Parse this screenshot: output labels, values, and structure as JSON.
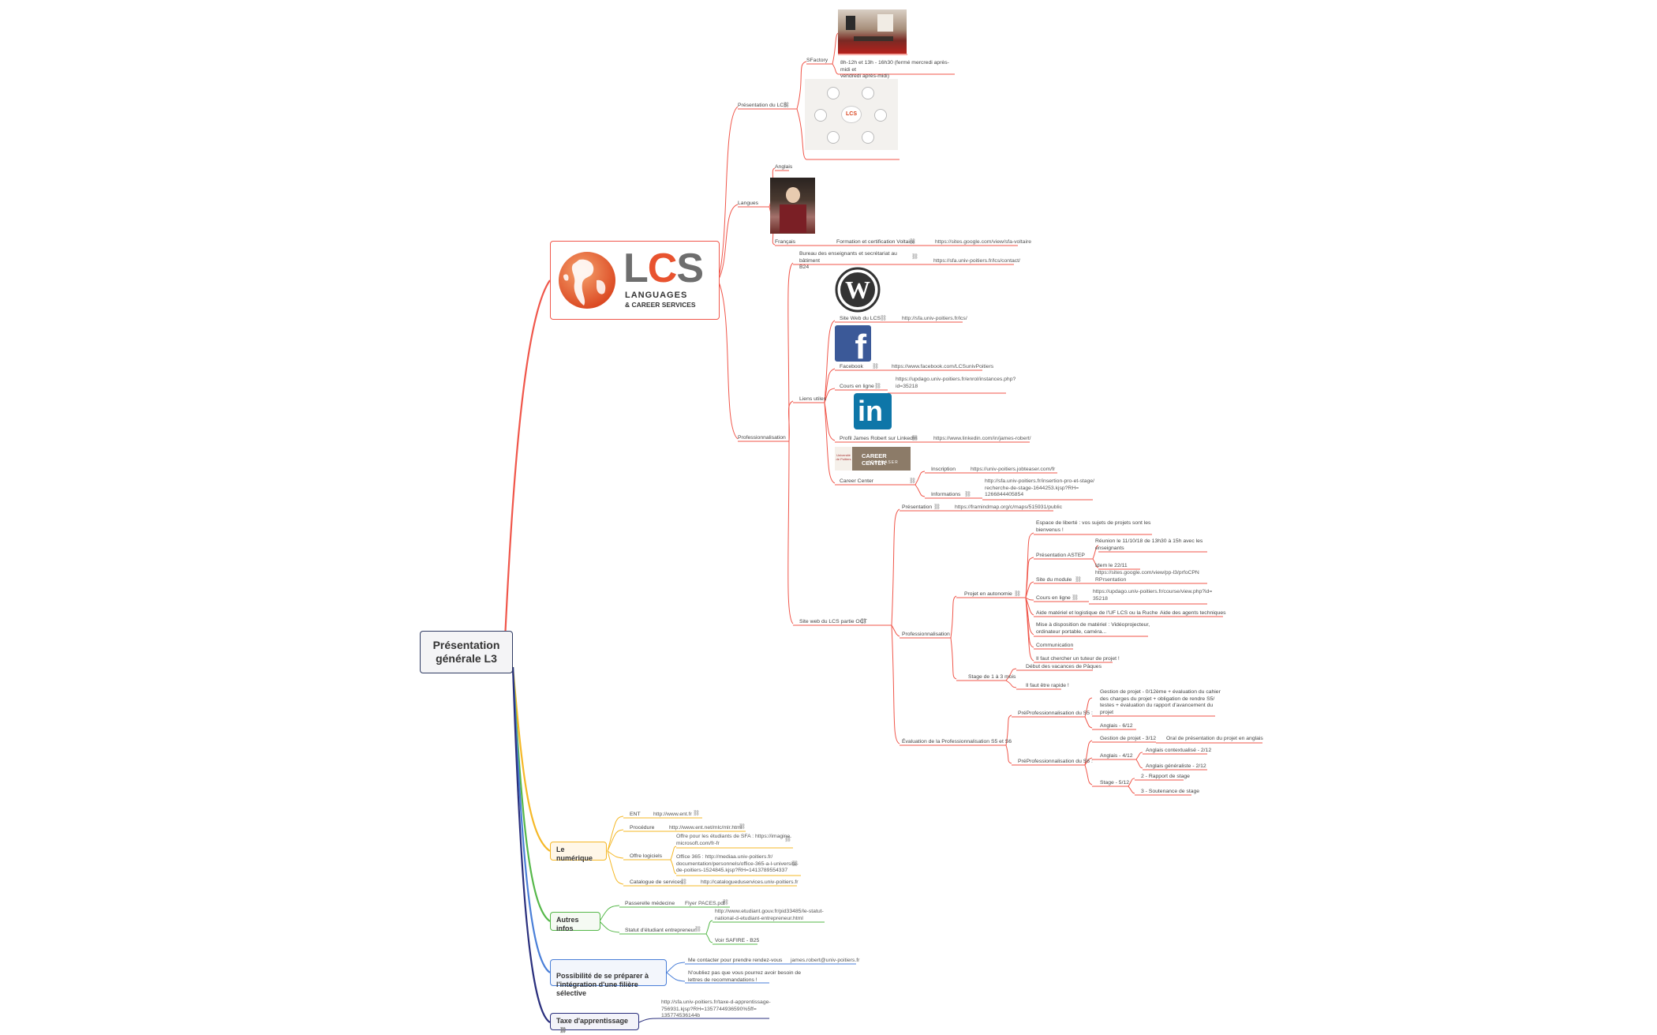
{
  "root": {
    "title": "Présentation\ngénérale L3"
  },
  "colors": {
    "red": "#f0564a",
    "navy": "#2a2f7d",
    "yellow": "#f5b827",
    "green": "#56b84a",
    "blue": "#4a7fd8",
    "lcs_orange": "#e8532f",
    "lcs_grey": "#6e6e6e"
  },
  "lcs_logo": {
    "letters_l": "L",
    "letters_c": "C",
    "letters_s": "S",
    "line1": "LANGUAGES",
    "line2": "& CAREER SERVICES"
  },
  "presentation": {
    "label": "Présentation du LCS",
    "sfactory": "SFactory",
    "hours": "8h-12h et 13h - 16h30 (fermé mercredi après-midi et\nvendredi après-midi)",
    "diagram_center": "LCS"
  },
  "langues": {
    "label": "Langues",
    "anglais": "Anglais",
    "francais": "Français",
    "formation": "Formation et certification Voltaire",
    "voltaire_url": "https://sites.google.com/view/sfa-voltaire"
  },
  "pro": {
    "label": "Professionnalisation",
    "bureau": "Bureau des enseignants et secrétariat au bâtiment\nB24",
    "contact_url": "https://sfa.univ-poitiers.fr/lcs/contact/",
    "liens": "Liens utiles",
    "site_web": "Site Web du LCS",
    "site_url": "http://sfa.univ-poitiers.fr/lcs/",
    "facebook": "Facebook",
    "facebook_url": "https://www.facebook.com/LCSunivPoitiers",
    "cours": "Cours en ligne",
    "cours_url": "https://updago.univ-poitiers.fr/enrol/instances.php?\nid=35218",
    "linkedin": "Profil James Robert sur LinkedIn",
    "linkedin_url": "https://www.linkedin.com/in/james-robert/",
    "career": "Career Center",
    "inscription": "Inscription",
    "inscription_url": "https://univ-poitiers.jobteaser.com/fr",
    "informations": "Informations",
    "informations_url": "http://sfa.univ-poitiers.fr/insertion-pro-et-stage/\nrecherche-de-stage-1644253.kjsp?RH=\n1266844405854",
    "career_logo_l1": "CAREER CENTER",
    "career_logo_l2": "JOBTEASER",
    "career_logo_small": "Université\nde Poitiers",
    "site_oct": "Site web du LCS partie OCT",
    "presentation2": "Présentation",
    "presentation2_url": "https://framindmap.org/c/maps/515931/public",
    "profess2": "Professionnalisation",
    "projet": "Projet en autonomie",
    "espace": "Espace de liberté : vos sujets de projets sont les\nbienvenus !",
    "astep": "Présentation ASTEP",
    "reunion": "Réunion le 11/10/18 de 13h30 à 15h avec les\nenseignants",
    "idem": "Idem le 22/11",
    "site_module": "Site du module",
    "site_module_url": "https://sites.google.com/view/pp-l3/prfoCPN\nRPrsentation",
    "cours2": "Cours en ligne",
    "cours2_url": "https://updago.univ-poitiers.fr/course/view.php?id=\n35218",
    "aide": "Aide matériel et logistique de l'UF LCS ou la Ruche",
    "aide_agents": "Aide des agents techniques",
    "mise": "Mise à disposition de matériel : Vidéoprojecteur,\nordinateur portable, caméra...",
    "communication": "Communication",
    "tuteur": "Il faut chercher un tuteur de projet !",
    "stage": "Stage de 1 à 3 mois",
    "debut": "Début des vacances de Pâques",
    "rapide": "Il faut être rapide !",
    "evaluation": "Évaluation de la Professionnalisation S5 et S6",
    "s5": "PréProfessionnalisation du S5 :",
    "gestion5": "Gestion de projet - 0/12ème + évaluation du cahier\ndes charges du projet + obligation de rendre S5/\ntestes + évaluation du rapport d'avancement du\nprojet",
    "anglais5": "Anglais - 6/12",
    "s6": "PréProfessionnalisation du S6 :",
    "gestion6": "Gestion de projet - 3/12",
    "oral": "Oral de présentation du projet en anglais",
    "anglais6": "Anglais - 4/12",
    "anglais_ctx": "Anglais contextualisé - 2/12",
    "anglais_gen": "Anglais généraliste - 2/12",
    "stage6": "Stage - 5/12",
    "rapport": "2 - Rapport de stage",
    "soutenance": "3 - Soutenance de stage"
  },
  "numerique": {
    "label": "Le numérique",
    "ent": "ENT",
    "ent_url": "http://www.ent.fr",
    "procedure": "Procédure",
    "procedure_url": "http://www.ent.net/mlc/mlr.html",
    "offre": "Offre logiciels",
    "offre1": "Offre pour les étudiants de SFA : https://imagine.\nmicrosoft.com/fr-fr",
    "offre2": "Office 365 : http://mediaa.univ-poitiers.fr/\ndocumentation/personnels/office-365-a-l-universite-\nde-poitiers-1524845.kjsp?RH=1413789554337",
    "catalogue": "Catalogue de services",
    "catalogue_url": "http://catalogueduservices.univ-poitiers.fr"
  },
  "autres": {
    "label": "Autres infos",
    "passerelle": "Passerelle médecine",
    "flyer": "Flyer PACES.pdf",
    "statut": "Statut d'étudiant entrepreneur",
    "statut_url": "http://www.etudiant.gouv.fr/pid33485/le-statut-\nnational-d-etudiant-entrepreneur.html",
    "voir": "Voir SAFIRE - B25"
  },
  "possibilite": {
    "label": "Possibilité de se préparer à\nl'intégration d'une filière sélective",
    "contact": "Me contacter pour prendre rendez-vous",
    "email": "james.robert@univ-poitiers.fr",
    "oubliez": "N'oubliez pas que vous pourrez avoir besoin de\nlettres de recommandations !"
  },
  "taxe": {
    "label": "Taxe d'apprentissage",
    "url": "http://sfa.univ-poitiers.fr/taxe-d-apprentissage-\n756931.kjsp?RH=1357744936590%5ff=\n135774536144b"
  }
}
